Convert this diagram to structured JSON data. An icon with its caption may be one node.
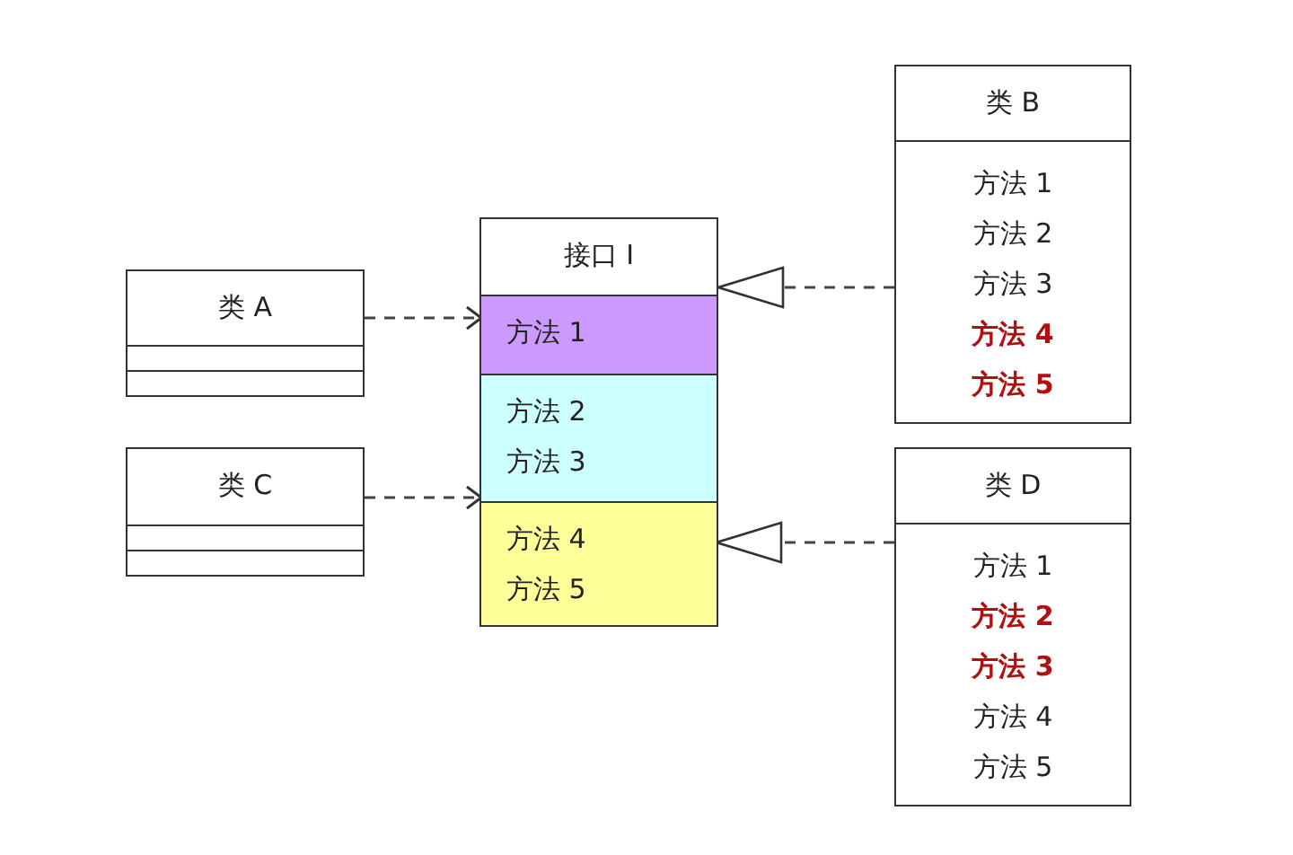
{
  "diagram": {
    "nodes": [
      {
        "text": [
          "接口 I"
        ]
      },
      {
        "text": [
          "方法 1"
        ],
        "in": 0
      },
      {
        "text": [
          "方法 2",
          "方法 3"
        ],
        "in": 0
      },
      {
        "text": [
          "方法 4",
          "方法 5"
        ],
        "in": 0
      },
      {
        "text": [
          "类 A"
        ]
      },
      {
        "text": [
          "类 C"
        ]
      },
      {
        "text": [
          "类 B",
          "方法 1",
          "方法 2",
          "方法 3",
          "方法 4",
          "方法 5"
        ]
      },
      {
        "text": [
          "类 D",
          "方法 1",
          "方法 2",
          "方法 3",
          "方法 4",
          "方法 5"
        ]
      }
    ],
    "edges": [
      {
        "from": 4,
        "to": 1,
        "arrow": "to",
        "style": "dashed"
      },
      {
        "from": 5,
        "to": 3,
        "arrow": "to",
        "style": "dashed"
      },
      {
        "from": 6,
        "to": 0,
        "arrow": "to",
        "style": "dashed"
      },
      {
        "from": 7,
        "to": 3,
        "arrow": "to",
        "style": "dashed"
      }
    ]
  }
}
